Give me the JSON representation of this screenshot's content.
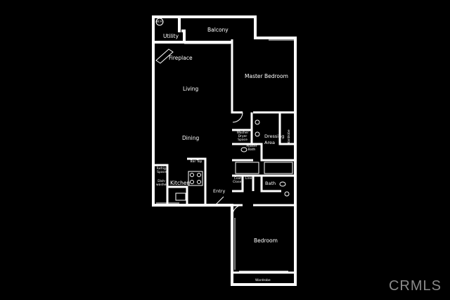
{
  "rooms": {
    "balcony": "Balcony",
    "utility": "Utility",
    "fireplace": "Fireplace",
    "living": "Living",
    "dining": "Dining",
    "master_bedroom": "Master Bedroom",
    "dressing_area": "Dressing Area",
    "wardrobe_master": "Wardrobe",
    "washer_dryer": "Washer Dryer Space",
    "master_bath": "Master Bath",
    "refrig": "Refrig. Space",
    "bar_top": "Bar Top",
    "dishwasher": "Dish-washer",
    "kitchen": "Kitchen",
    "entry": "Entry",
    "linen": "Linen",
    "bath": "Bath",
    "coat_closet": "Coat Closet",
    "bedroom": "Bedroom",
    "wardrobe_bedroom": "Wardrobe",
    "water_heater": "W.H."
  },
  "watermark": "CRMLS",
  "colors": {
    "background": "#000000",
    "walls": "#ffffff",
    "watermark": "#8a8a8a"
  }
}
